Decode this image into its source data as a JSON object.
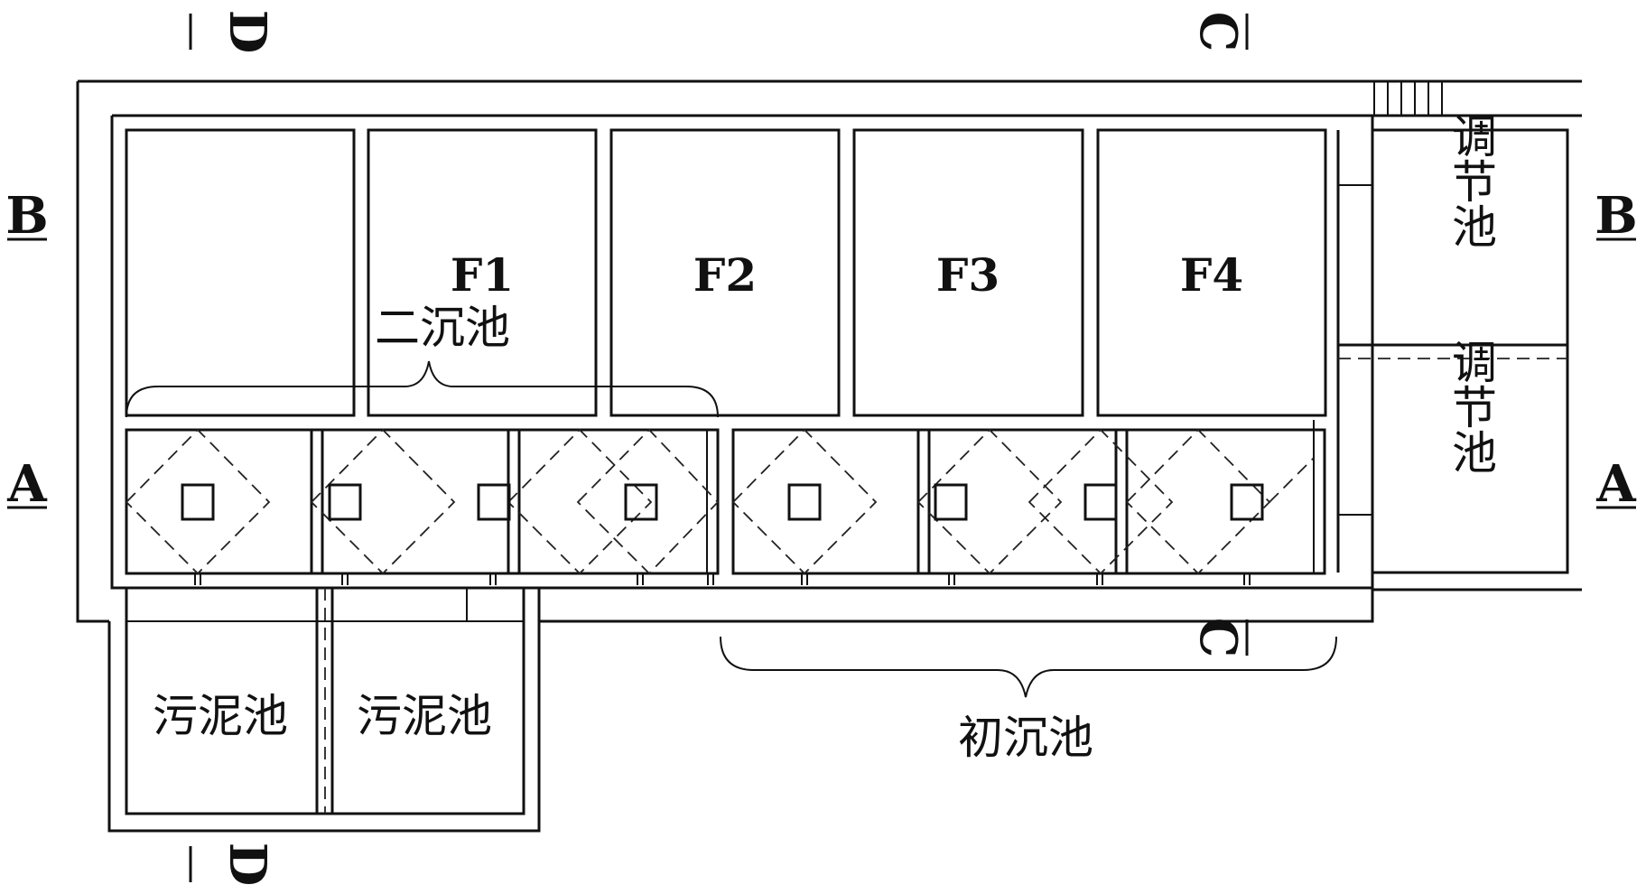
{
  "diagram": {
    "filter_tanks": [
      "F1",
      "F2",
      "F3",
      "F4"
    ],
    "secondary_clarifier_label": "二沉池",
    "primary_clarifier_label": "初沉池",
    "equalization_tank_label": "调节池",
    "sludge_tank_labels": [
      "污泥池",
      "污泥池"
    ],
    "section_marks": {
      "a": "A",
      "b": "B",
      "c": "C",
      "d": "D"
    }
  }
}
